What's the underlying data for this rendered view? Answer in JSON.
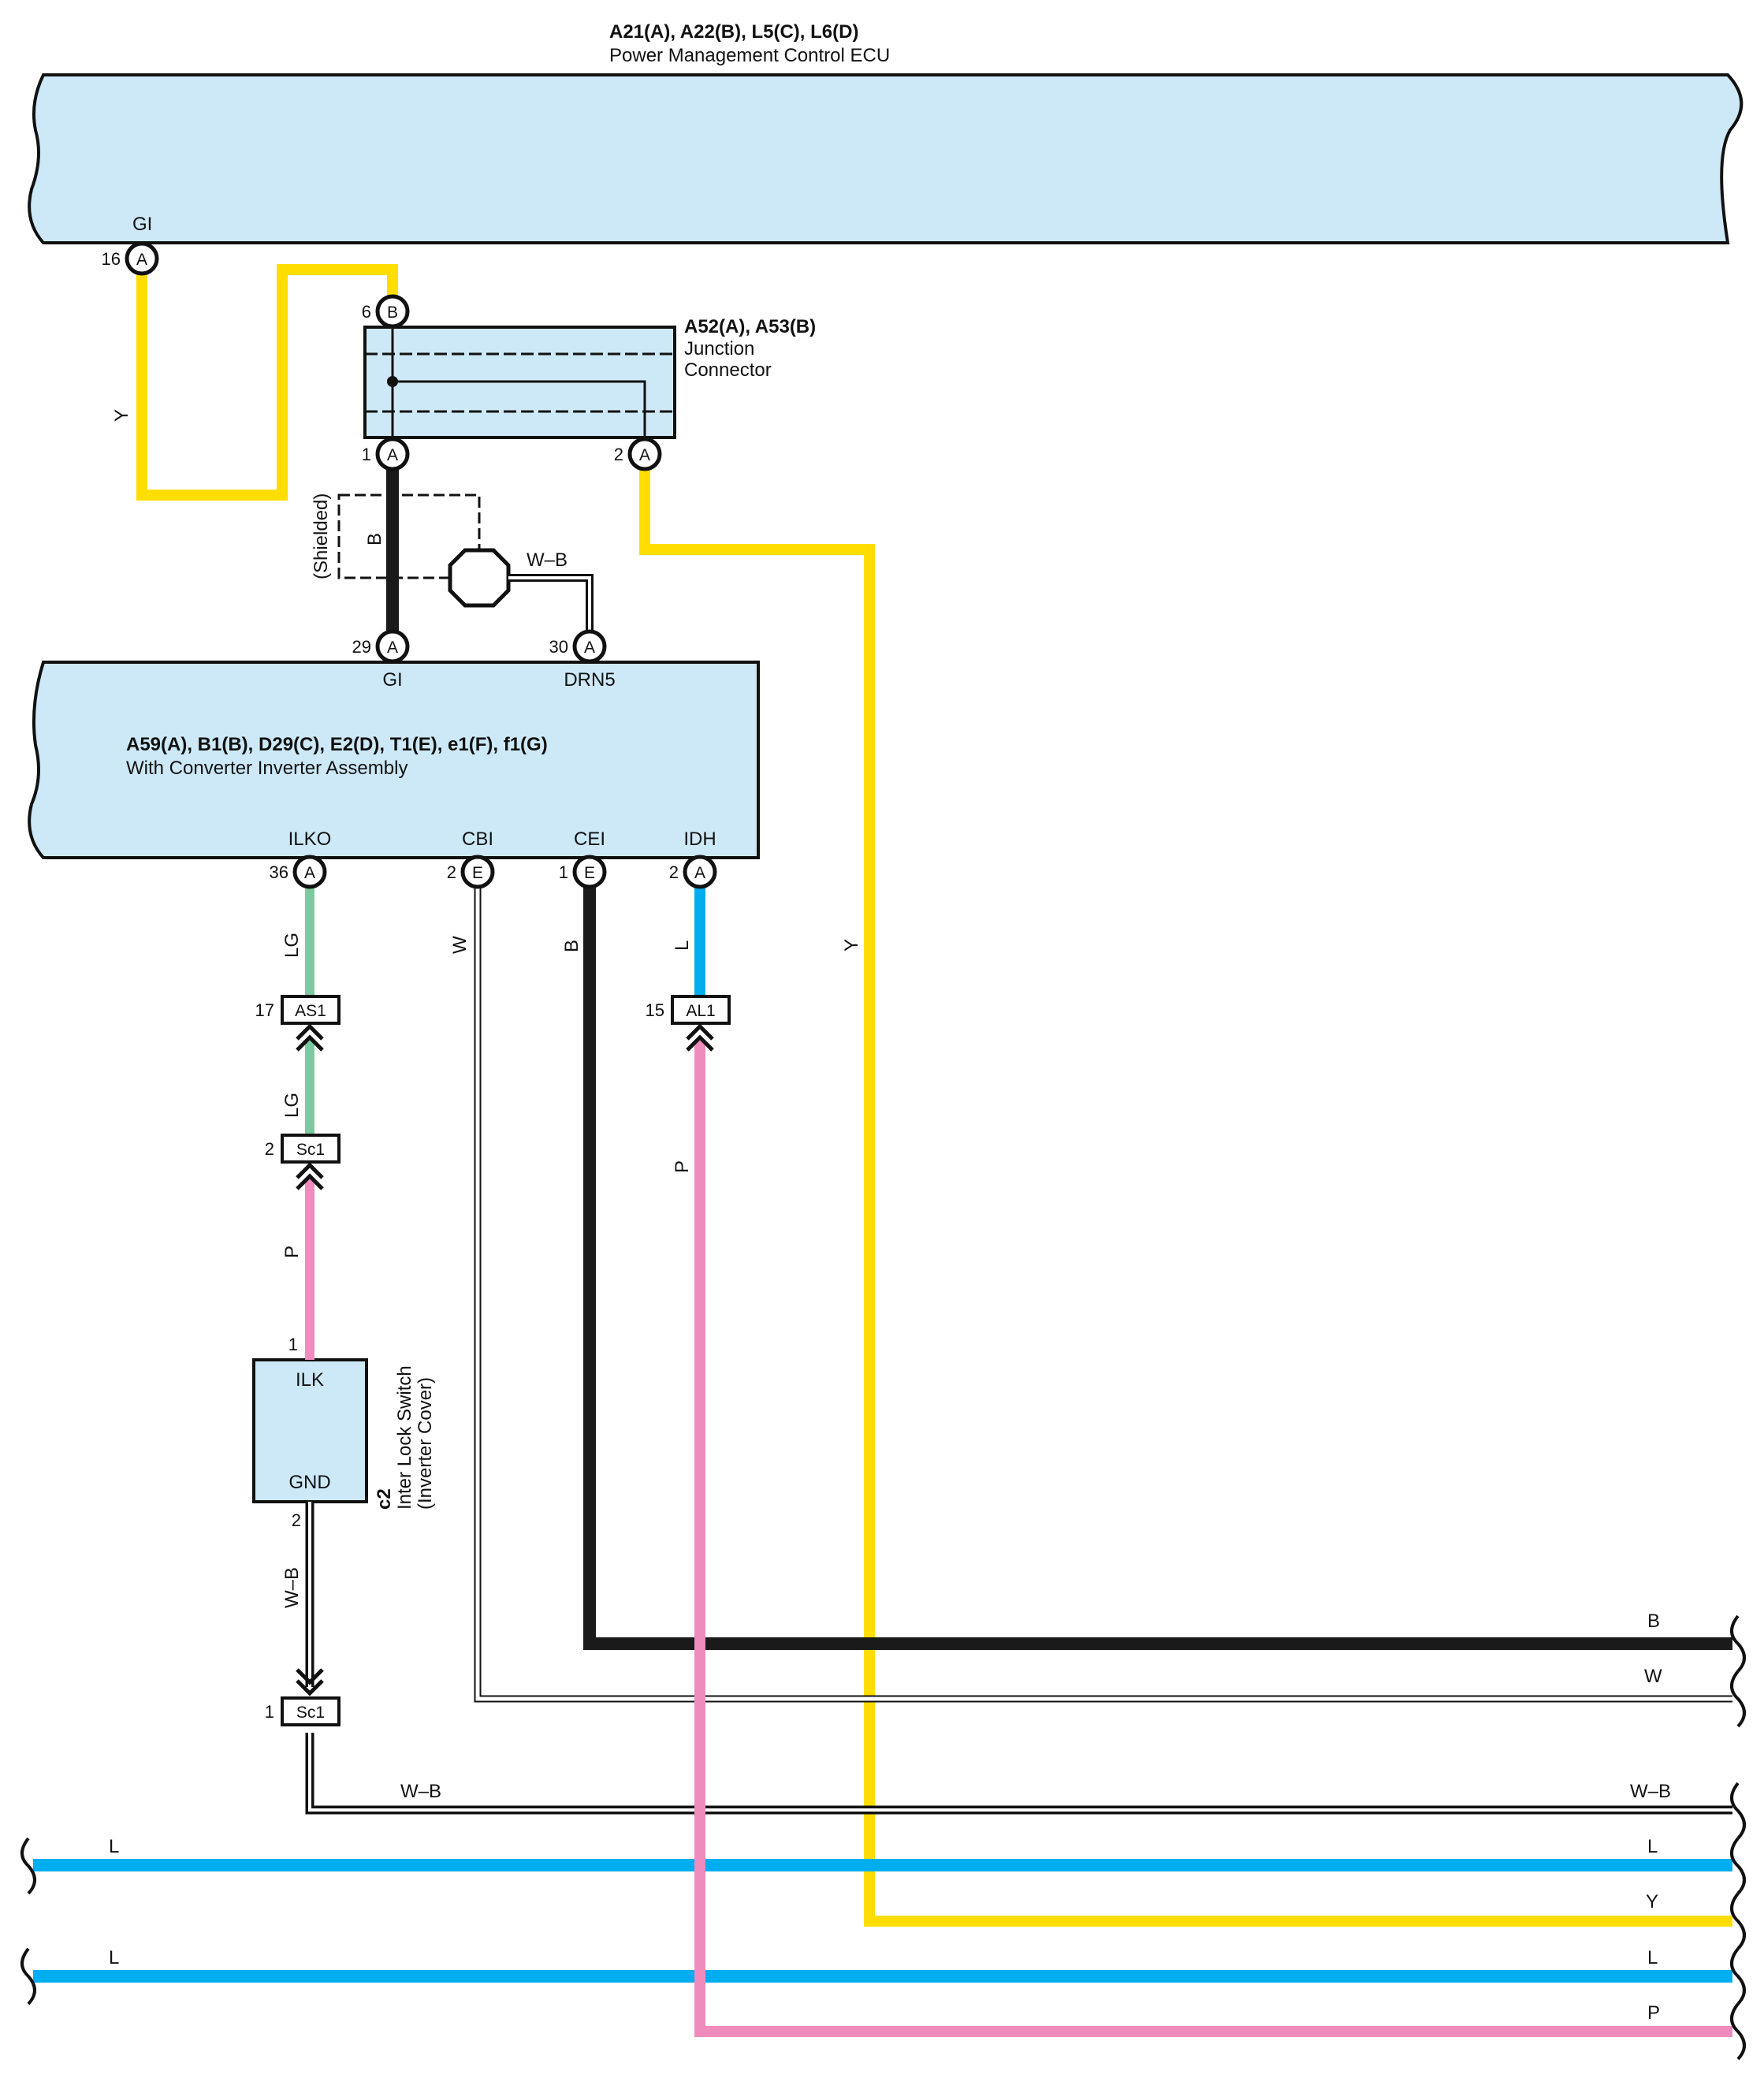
{
  "colors": {
    "component_fill": "#cde9f8",
    "Y": "#ffdd00",
    "B": "#1a1a1a",
    "W": "#ffffff",
    "WB": "#ffffff",
    "L": "#00aeef",
    "LG": "#7fc9a1",
    "P": "#f08bbd"
  },
  "pm_ecu": {
    "code": "A21(A), A22(B), L5(C), L6(D)",
    "name": "Power Management Control ECU",
    "pin_gi": "GI"
  },
  "junction": {
    "code": "A52(A), A53(B)",
    "name_line1": "Junction",
    "name_line2": "Connector"
  },
  "inverter": {
    "code": "A59(A), B1(B), D29(C), E2(D), T1(E), e1(F), f1(G)",
    "name": "With Converter Inverter Assembly",
    "terms": {
      "gi": "GI",
      "drn5": "DRN5",
      "ilko": "ILKO",
      "cbi": "CBI",
      "cei": "CEI",
      "idh": "IDH"
    }
  },
  "switch": {
    "code": "c2",
    "name_line1": "Inter Lock Switch",
    "name_line2": "(Inverter Cover)",
    "term_in": "ILK",
    "term_gnd": "GND"
  },
  "shield_label": "(Shielded)",
  "connectors": {
    "pm16": {
      "pin": "16",
      "letter": "A"
    },
    "jb6": {
      "pin": "6",
      "letter": "B"
    },
    "ja1": {
      "pin": "1",
      "letter": "A"
    },
    "ja2": {
      "pin": "2",
      "letter": "A"
    },
    "inv29": {
      "pin": "29",
      "letter": "A"
    },
    "inv30": {
      "pin": "30",
      "letter": "A"
    },
    "inv36": {
      "pin": "36",
      "letter": "A"
    },
    "invcbi": {
      "pin": "2",
      "letter": "E"
    },
    "invcei": {
      "pin": "1",
      "letter": "E"
    },
    "invidh": {
      "pin": "2",
      "letter": "A"
    },
    "as1": {
      "pin": "17",
      "code": "AS1"
    },
    "al1": {
      "pin": "15",
      "code": "AL1"
    },
    "sc1a": {
      "pin": "2",
      "code": "Sc1"
    },
    "sc1b": {
      "pin": "1",
      "code": "Sc1"
    },
    "sw_in_pin": "1",
    "sw_gnd_pin": "2"
  },
  "wire_labels": {
    "y_left": "Y",
    "b_shield": "B",
    "wb_drain": "W–B",
    "lg_top": "LG",
    "lg_bottom": "LG",
    "w_cbi": "W",
    "b_cei": "B",
    "l_idh": "L",
    "y_right": "Y",
    "p_switch": "P",
    "p_al1": "P",
    "wb_gnd": "W–B",
    "right_b": "B",
    "right_w": "W",
    "right_wb": "W–B",
    "right_l1": "L",
    "right_y": "Y",
    "right_l2": "L",
    "right_p": "P",
    "left_l1": "L",
    "left_l2": "L",
    "wb_bottom": "W–B"
  }
}
